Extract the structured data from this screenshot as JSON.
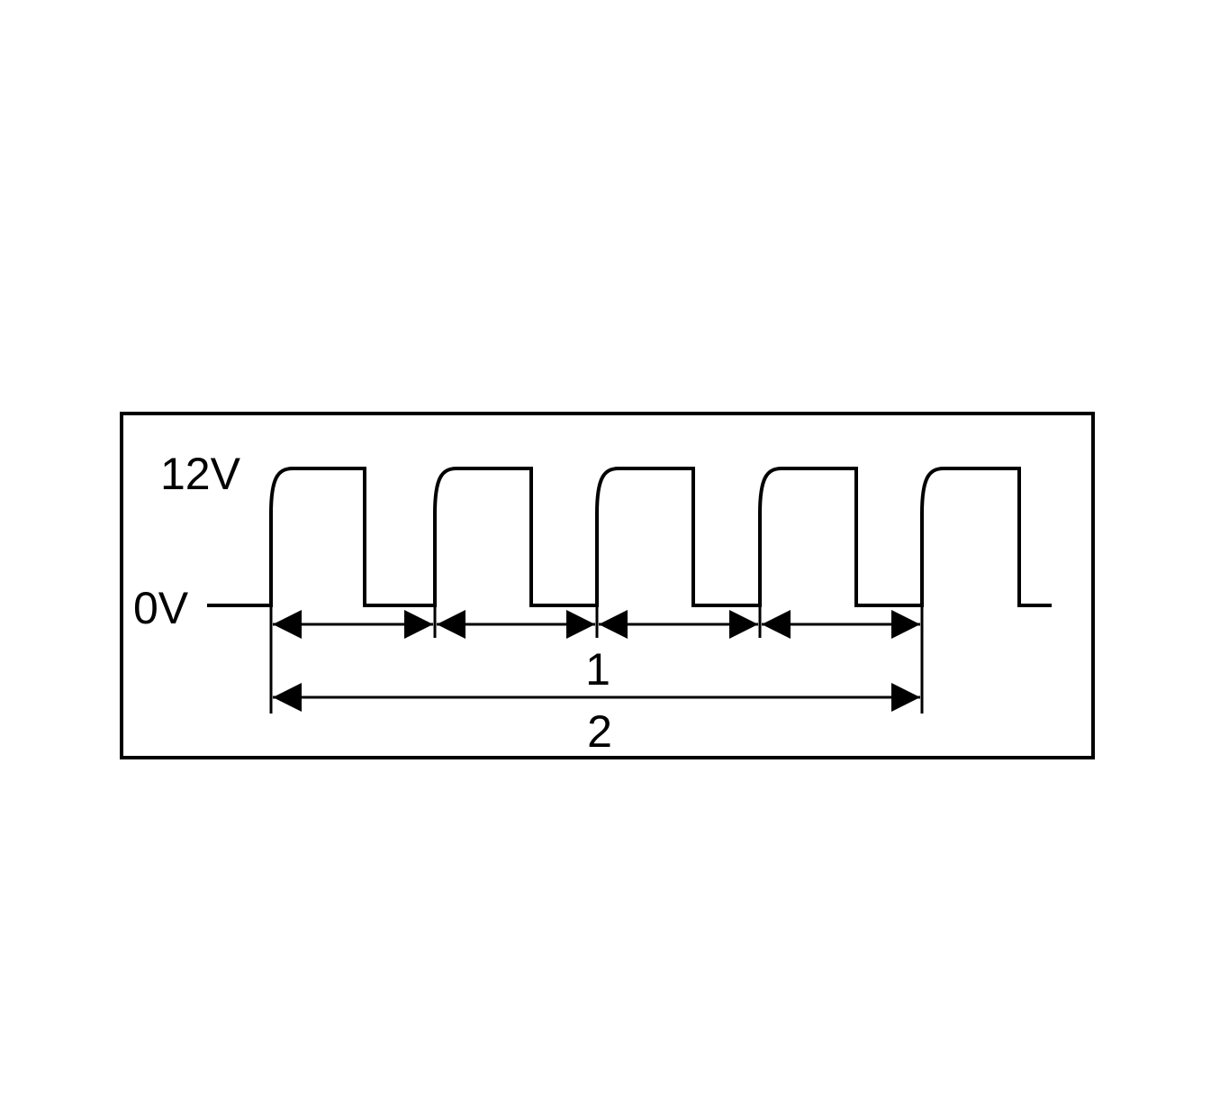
{
  "labels": {
    "high_voltage": "12V",
    "low_voltage": "0V",
    "period_callout": "1",
    "total_callout": "2"
  },
  "signal": {
    "high_level": "12V",
    "low_level": "0V",
    "pulse_count": 5
  },
  "colors": {
    "line": "#000000",
    "background": "#ffffff"
  }
}
